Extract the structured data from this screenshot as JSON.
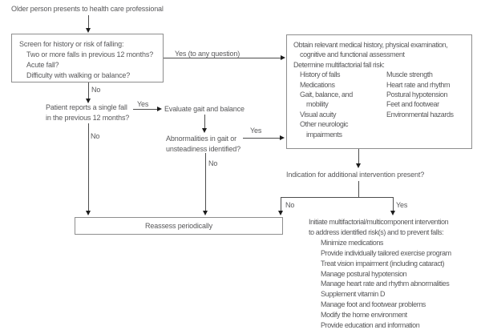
{
  "colors": {
    "text": "#58585a",
    "line": "#4d4d4d",
    "arrow": "#1c1c1c",
    "border": "#8e8e8e",
    "bg": "#ffffff"
  },
  "nodes": {
    "start": "Older person presents to health care professional",
    "screen_box": {
      "title": "Screen for history or risk of falling:",
      "items": [
        "Two or more falls in previous 12 months?",
        "Acute fall?",
        "Difficulty with walking or balance?"
      ]
    },
    "assessment_box": {
      "line1": "Obtain relevant medical history, physical examination,",
      "line2": "cognitive and functional assessment",
      "line3": "Determine multifactorial fall risk:",
      "left_column": [
        "History of falls",
        "Medications",
        "Gait, balance, and",
        "mobility",
        "Visual acuity",
        "Other neurologic",
        "impairments"
      ],
      "right_column": [
        "Muscle strength",
        "Heart rate and rhythm",
        "Postural hypotension",
        "Feet and footwear",
        "Environmental hazards"
      ]
    },
    "single_fall": {
      "line1": "Patient reports a single fall",
      "line2": "in the previous 12 months?"
    },
    "evaluate": "Evaluate gait and balance",
    "abnormalities": {
      "line1": "Abnormalities in gait or",
      "line2": "unsteadiness identified?"
    },
    "indication": "Indication for additional intervention present?",
    "reassess_box": "Reassess periodically",
    "intervention": {
      "line1": "Initiate multifactorial/multicomponent intervention",
      "line2": "to address identified risk(s) and to prevent falls:",
      "items": [
        "Minimize medications",
        "Provide individually tailored exercise program",
        "Treat vision impairment (including cataract)",
        "Manage postural hypotension",
        "Manage heart rate and rhythm abnormalities",
        "Supplement vitamin D",
        "Manage foot and footwear problems",
        "Modify the home environment",
        "Provide education and information"
      ]
    }
  },
  "connectors": {
    "yes_any_question": "Yes (to any question)",
    "no_screen": "No",
    "yes_single_fall": "Yes",
    "no_single_fall": "No",
    "yes_abnormalities": "Yes",
    "no_abnormalities": "No",
    "no_indication": "No",
    "yes_indication": "Yes"
  }
}
